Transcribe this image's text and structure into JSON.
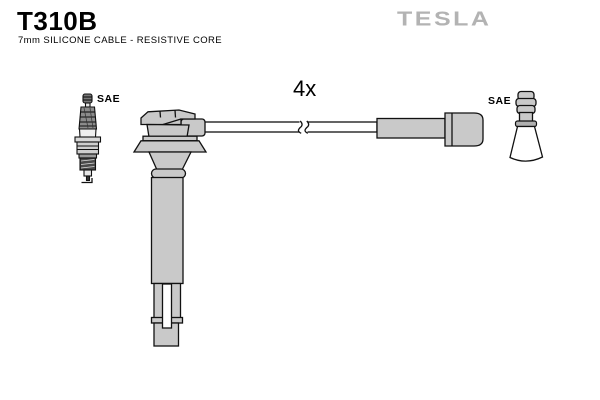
{
  "header": {
    "part_number": "T310B",
    "subtitle": "7mm SILICONE CABLE - RESISTIVE CORE",
    "brand_logo": "TESLA"
  },
  "diagram": {
    "quantity_label": "4x",
    "left_terminal_label": "SAE",
    "right_terminal_label": "SAE"
  },
  "colors": {
    "part_gray": "#c9c9c9",
    "logo_gray": "#b3b3b3",
    "outline": "#111111"
  }
}
